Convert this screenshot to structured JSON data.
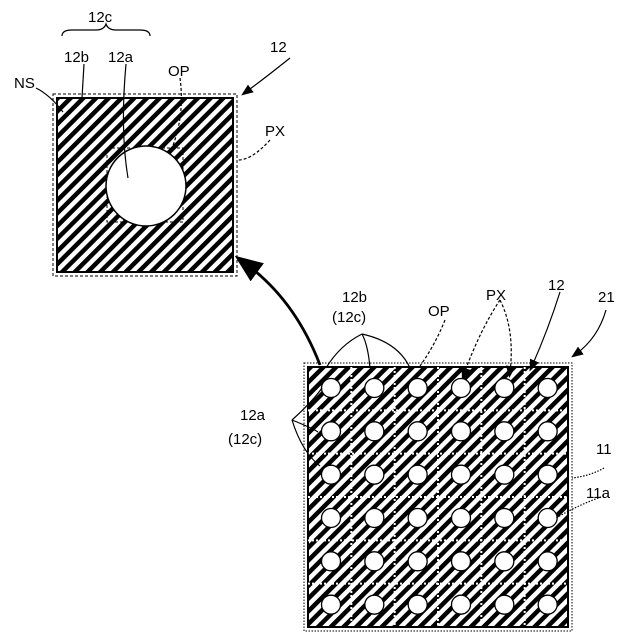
{
  "labels": {
    "top_12c": "12c",
    "top_12b": "12b",
    "top_12a": "12a",
    "top_OP": "OP",
    "top_12": "12",
    "top_NS": "NS",
    "top_PX": "PX",
    "grid_12b": "12b",
    "grid_12c_paren": "(12c)",
    "grid_OP": "OP",
    "grid_PX": "PX",
    "grid_12": "12",
    "grid_21": "21",
    "grid_12a": "12a",
    "grid_12c_paren2": "(12c)",
    "grid_11": "11",
    "grid_11a": "11a"
  },
  "grid": {
    "rows": 6,
    "cols": 6
  },
  "colors": {
    "ink": "#000000",
    "fill": "#ffffff"
  }
}
